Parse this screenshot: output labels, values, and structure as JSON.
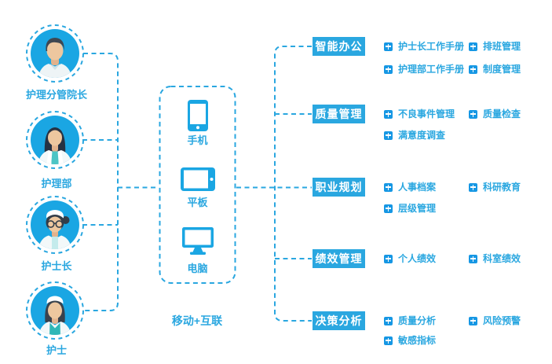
{
  "colors": {
    "accent": "#2aa7e0",
    "avatar_background": "#1aa6e3",
    "plus_icon": "#1697e4",
    "category_background": "#2aa7e0",
    "category_text": "#ffffff"
  },
  "roles": [
    {
      "label": "护理分管院长",
      "avatar": "male-director-avatar"
    },
    {
      "label": "护理部",
      "avatar": "female-department-avatar"
    },
    {
      "label": "护士长",
      "avatar": "head-nurse-glasses-avatar"
    },
    {
      "label": "护士",
      "avatar": "nurse-avatar"
    }
  ],
  "hub": {
    "devices": [
      {
        "label": "手机",
        "icon": "smartphone-icon"
      },
      {
        "label": "平板",
        "icon": "tablet-icon"
      },
      {
        "label": "电脑",
        "icon": "desktop-icon"
      }
    ],
    "caption": "移动+互联"
  },
  "groups": [
    {
      "title": "智能办公",
      "rows": [
        [
          "护士长工作手册",
          "排班管理"
        ],
        [
          "护理部工作手册",
          "制度管理"
        ]
      ]
    },
    {
      "title": "质量管理",
      "rows": [
        [
          "不良事件管理",
          "质量检查"
        ],
        [
          "满意度调查"
        ]
      ]
    },
    {
      "title": "职业规划",
      "rows": [
        [
          "人事档案",
          "科研教育"
        ],
        [
          "层级管理"
        ]
      ]
    },
    {
      "title": "绩效管理",
      "rows": [
        [
          "个人绩效",
          "科室绩效"
        ]
      ]
    },
    {
      "title": "决策分析",
      "rows": [
        [
          "质量分析",
          "风险预警"
        ],
        [
          "敏感指标"
        ]
      ]
    }
  ]
}
